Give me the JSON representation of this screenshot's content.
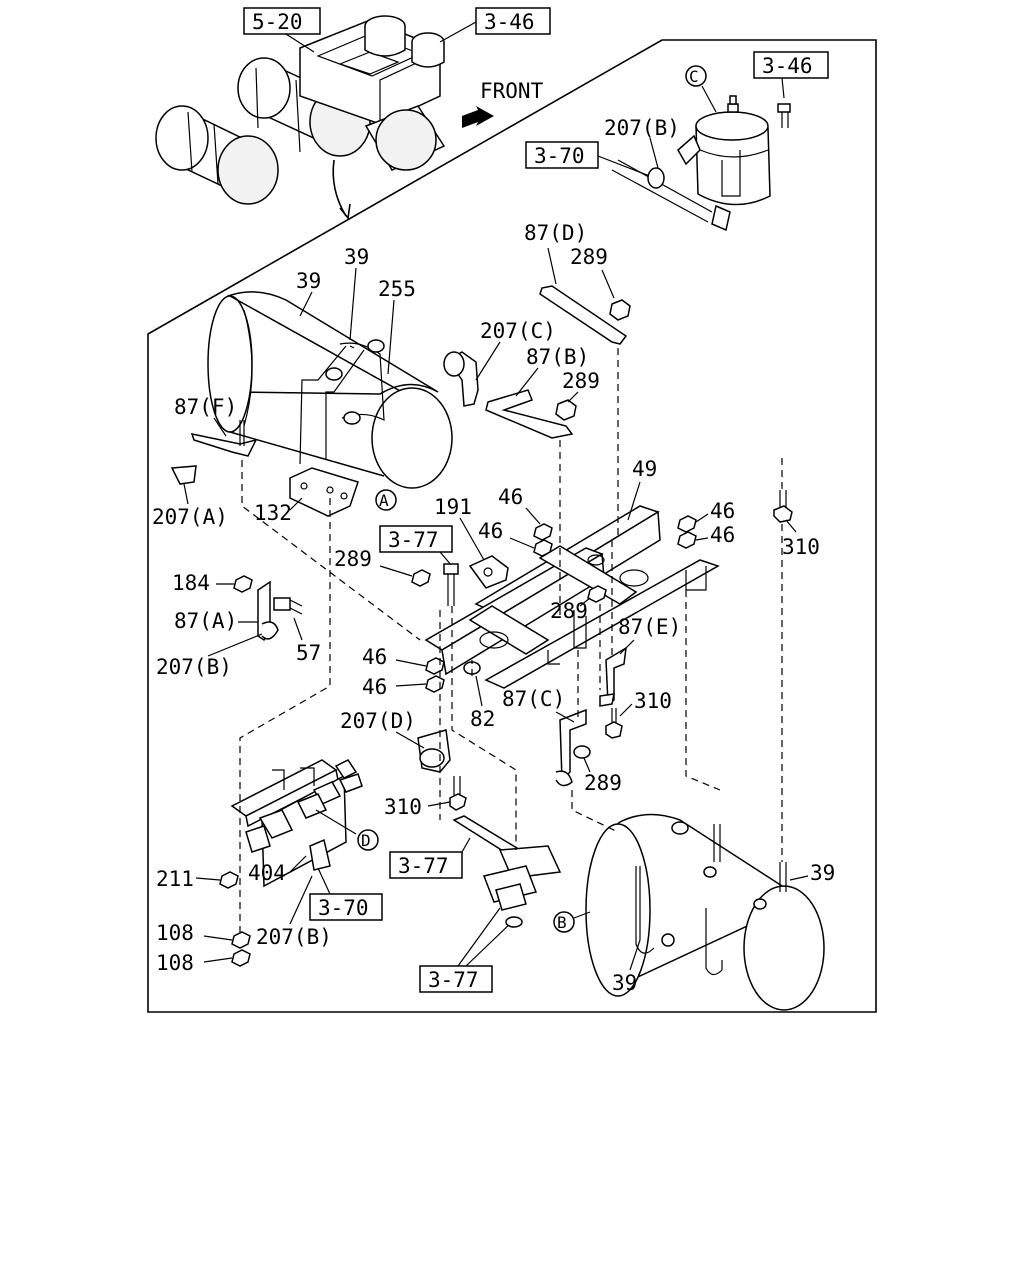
{
  "front_label": "FRONT",
  "refs": {
    "r1": "5-20",
    "r2": "3-46",
    "r3": "3-46",
    "r4": "3-70",
    "r5": "3-77",
    "r6": "3-77",
    "r7": "3-70",
    "r8": "3-77"
  },
  "circles": {
    "a": "A",
    "b": "B",
    "c": "C",
    "d": "D"
  },
  "labels": {
    "l207b_top": "207(B)",
    "l87d": "87(D)",
    "l289_a": "289",
    "l39_a": "39",
    "l39_b": "39",
    "l255": "255",
    "l207c": "207(C)",
    "l87b": "87(B)",
    "l289_b": "289",
    "l87f": "87(F)",
    "l49": "49",
    "l46_a": "46",
    "l46_b": "46",
    "l46_c": "46",
    "l46_d": "46",
    "l310_a": "310",
    "l207a": "207(A)",
    "l132": "132",
    "l191": "191",
    "l289_c": "289",
    "l184": "184",
    "l87a": "87(A)",
    "l289_d": "289",
    "l87e": "87(E)",
    "l207b_mid": "207(B)",
    "l57": "57",
    "l46_e": "46",
    "l46_f": "46",
    "l87c": "87(C)",
    "l310_b": "310",
    "l82": "82",
    "l207d": "207(D)",
    "l289_e": "289",
    "l310_c": "310",
    "l211": "211",
    "l404": "404",
    "l39_c": "39",
    "l108_a": "108",
    "l207b_low": "207(B)",
    "l108_b": "108",
    "l39_d": "39"
  }
}
